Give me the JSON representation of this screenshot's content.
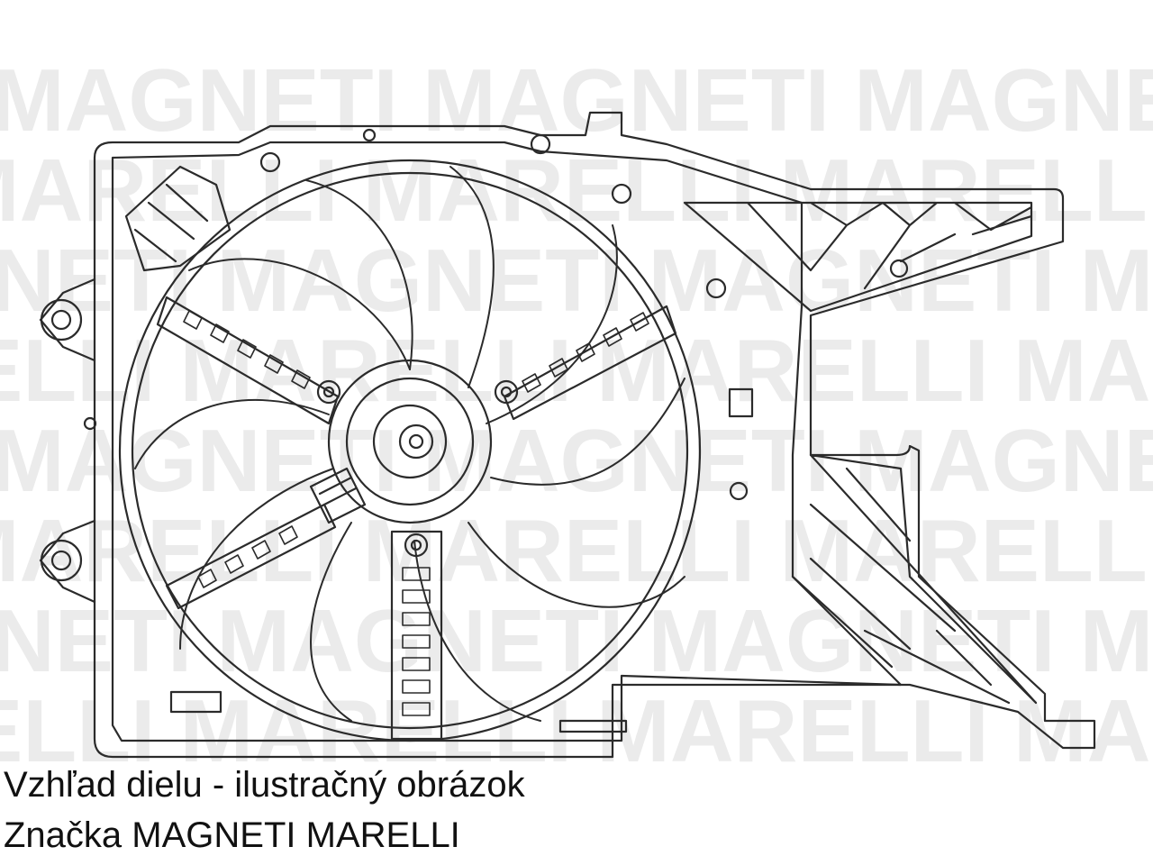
{
  "watermark": {
    "text_rows": [
      "MAGNETI MAGNETI MAGNETI MAGNETI",
      "MARELLI MARELLI MARELLI MARELLI",
      "NETI MAGNETI MAGNETI MAGNE",
      "ELLI MARELLI MARELLI MAREL"
    ],
    "color": "#ebebeb"
  },
  "drawing": {
    "subject": "radiator-fan-assembly",
    "stroke_color": "#2b2b2b"
  },
  "caption": {
    "line1": "Vzhľad dielu - ilustračný obrázok",
    "line2": "Značka MAGNETI MARELLI"
  }
}
